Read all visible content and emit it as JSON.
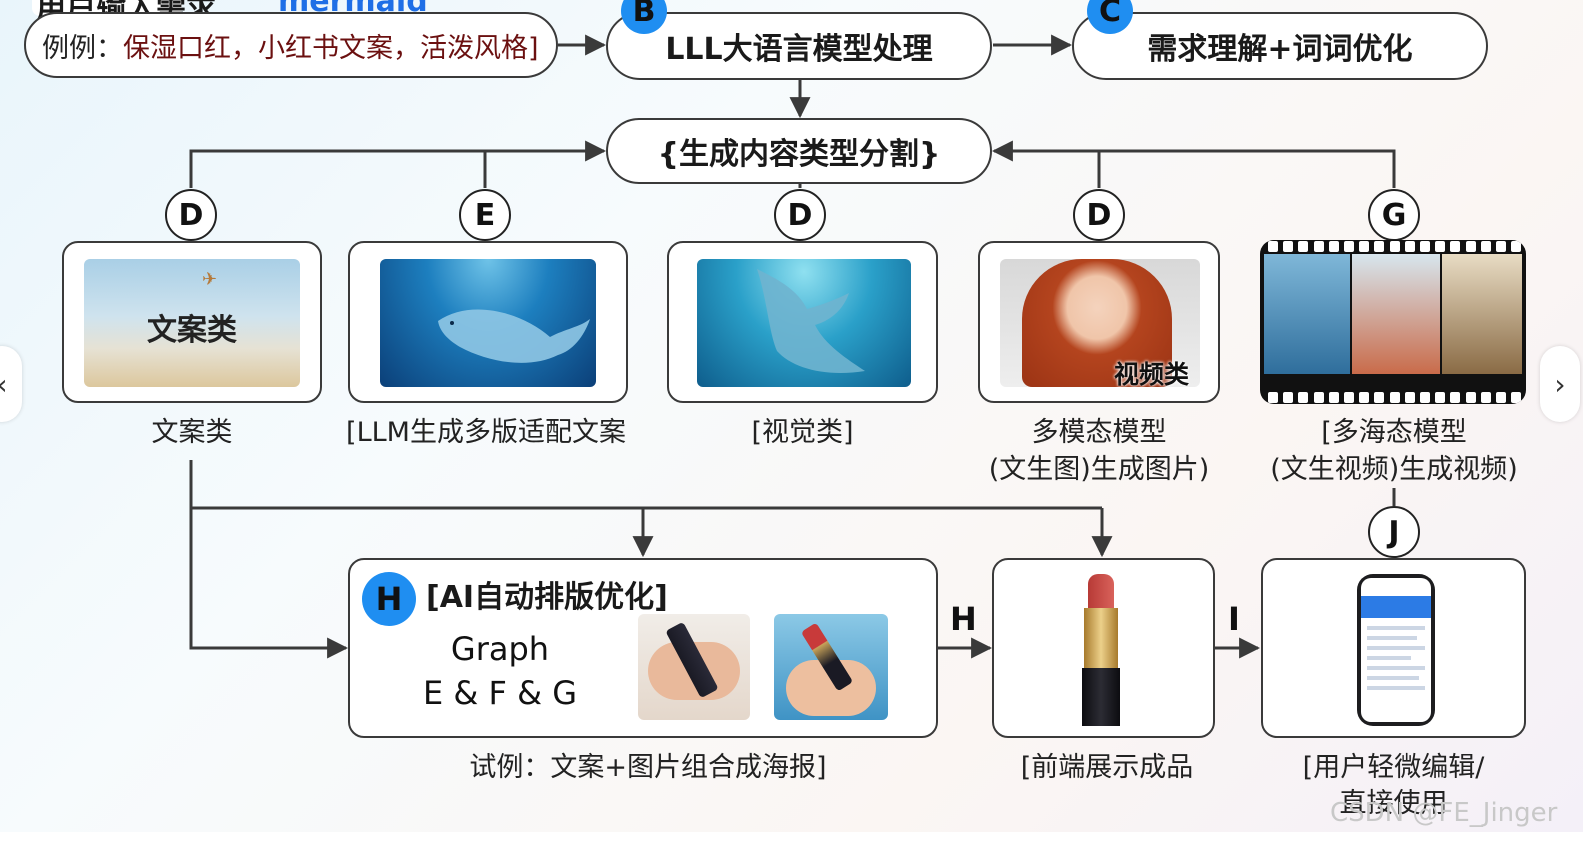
{
  "header": {
    "title_fragment": "用户输入需求",
    "tool_fragment": "mermaid"
  },
  "nodes": {
    "input_example": "例例：保湿口红，小红书文案，活泼风格]",
    "input_example_prefix": "例例：",
    "input_example_body": "保湿口红，小红书文案，活泼风格]",
    "llm_processing": "LLL大语言模型处理",
    "understanding": "需求理解+词词优化",
    "split": "{生成内容类型分割}"
  },
  "badges": {
    "b": "B",
    "c": "C",
    "h": "H"
  },
  "branch_letters": [
    "D",
    "E",
    "D",
    "D",
    "G"
  ],
  "cards": {
    "copy_label": "文案类",
    "portrait_label": "视频类"
  },
  "captions": {
    "copy": "文案类",
    "llm_copy": "[LLM生成多版适配文案",
    "visual": "[视觉类]",
    "multimodal_line1": "多模态模型",
    "multimodal_line2": "(文生图)生成图片)",
    "video_line1": "[多海态模型",
    "video_line2": "(文生视频)生成视频)"
  },
  "layout_node": {
    "title": "[AI自动排版优化]",
    "graph_line1": "Graph",
    "graph_line2": "E & F & G",
    "caption": "试例：文案+图片组合成海报]"
  },
  "edge_labels": {
    "h": "H",
    "i": "I",
    "j": "J"
  },
  "final": {
    "frontend_caption": "[前端展示成品",
    "user_caption_line1": "[用户轻微编辑/",
    "user_caption_line2": "直接使用"
  },
  "watermark": "CSDN @FE_Jinger",
  "colors": {
    "badge_blue": "#1f8ef1",
    "tool_blue": "#1f6fe6",
    "input_dark_red": "#6b1010",
    "border": "#3a3a3a"
  }
}
